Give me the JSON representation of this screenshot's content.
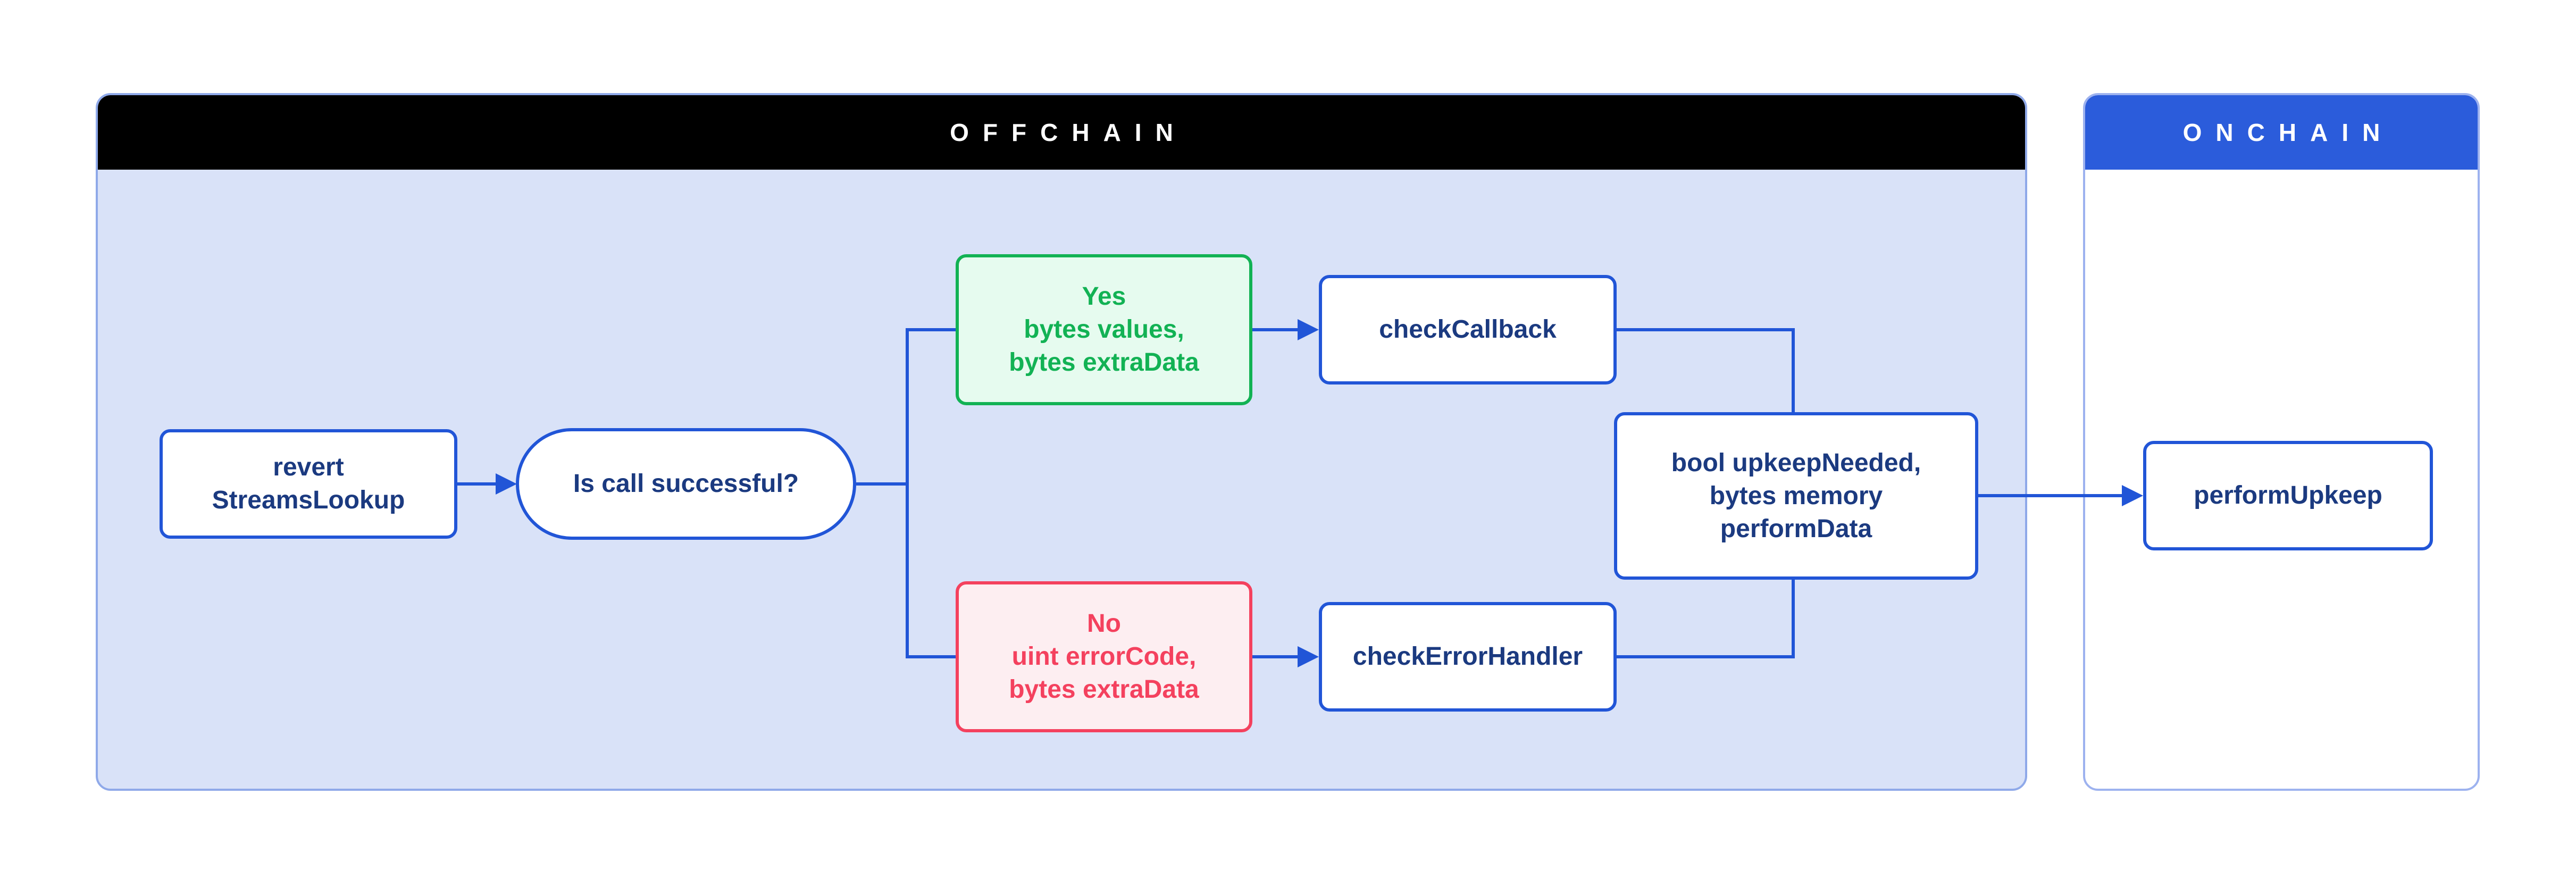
{
  "offchain": {
    "label": "OFFCHAIN"
  },
  "onchain": {
    "label": "ONCHAIN"
  },
  "nodes": {
    "revert": {
      "lines": [
        "revert",
        "StreamsLookup"
      ]
    },
    "decision": {
      "label": "Is call successful?"
    },
    "yes": {
      "lines": [
        "Yes",
        "bytes values,",
        "bytes extraData"
      ]
    },
    "no": {
      "lines": [
        "No",
        "uint errorCode,",
        "bytes extraData"
      ]
    },
    "checkCallback": {
      "label": "checkCallback"
    },
    "checkErrorHandler": {
      "label": "checkErrorHandler"
    },
    "result": {
      "lines": [
        "bool upkeepNeeded,",
        "bytes memory",
        "performData"
      ]
    },
    "performUpkeep": {
      "label": "performUpkeep"
    }
  },
  "colors": {
    "connector_blue": "#2155d7",
    "node_border_blue": "#2155d7",
    "node_text_navy": "#1b3a80",
    "offchain_header_bg": "#000000",
    "offchain_body_bg": "#d9e2f8",
    "offchain_border": "#8fa9e9",
    "onchain_header_bg": "#2b5cdb",
    "onchain_border": "#9db2ef",
    "yes_green": "#12b254",
    "yes_bg": "#e6fbef",
    "no_red": "#f4415e",
    "no_bg": "#fdeef1"
  }
}
